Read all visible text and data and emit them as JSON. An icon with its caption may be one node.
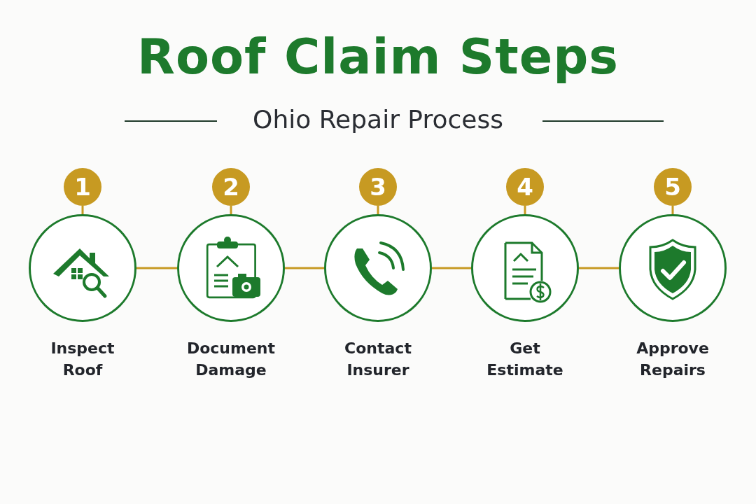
{
  "diagram": {
    "title": "Roof Claim Steps",
    "nodes": [
      {
        "text": [
          "1"
        ]
      },
      {
        "text": [
          "2"
        ]
      },
      {
        "text": [
          "3"
        ]
      },
      {
        "text": [
          "4"
        ]
      },
      {
        "text": [
          "5"
        ]
      },
      {
        "text": [
          "Inspect Roof"
        ]
      },
      {
        "text": [
          "Document Damage"
        ]
      },
      {
        "text": [
          "Contact Insurer"
        ]
      },
      {
        "text": [
          "Get Estimate"
        ]
      },
      {
        "text": [
          "Approve Repairs"
        ]
      }
    ],
    "edges": [
      {
        "from": 0,
        "to": 5,
        "arrow": "none"
      },
      {
        "from": 1,
        "to": 6,
        "arrow": "none"
      },
      {
        "from": 2,
        "to": 7,
        "arrow": "none"
      },
      {
        "from": 3,
        "to": 8,
        "arrow": "none"
      },
      {
        "from": 4,
        "to": 9,
        "arrow": "none"
      },
      {
        "from": 5,
        "to": 6,
        "arrow": "none"
      },
      {
        "from": 6,
        "to": 7,
        "arrow": "none"
      },
      {
        "from": 7,
        "to": 8,
        "arrow": "none"
      },
      {
        "from": 8,
        "to": 9,
        "arrow": "none"
      }
    ],
    "labels": [
      "Ohio Repair Process"
    ]
  }
}
